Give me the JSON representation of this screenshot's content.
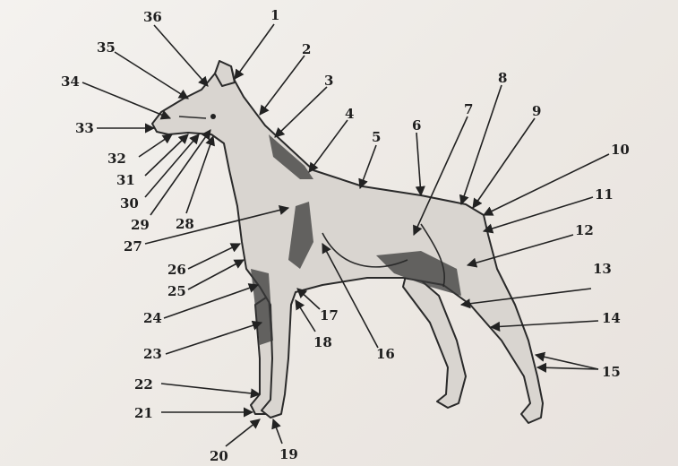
{
  "labels": [
    "1",
    "2",
    "3",
    "4",
    "5",
    "6",
    "7",
    "8",
    "9",
    "10",
    "11",
    "12",
    "13",
    "14",
    "15",
    "16",
    "17",
    "18",
    "19",
    "20",
    "21",
    "22",
    "23",
    "24",
    "25",
    "26",
    "27",
    "28",
    "29",
    "30",
    "31",
    "32",
    "33",
    "34",
    "35",
    "36"
  ],
  "colors": {
    "background": "#efece8",
    "ink": "#222222",
    "body": "#d9d5d0"
  }
}
